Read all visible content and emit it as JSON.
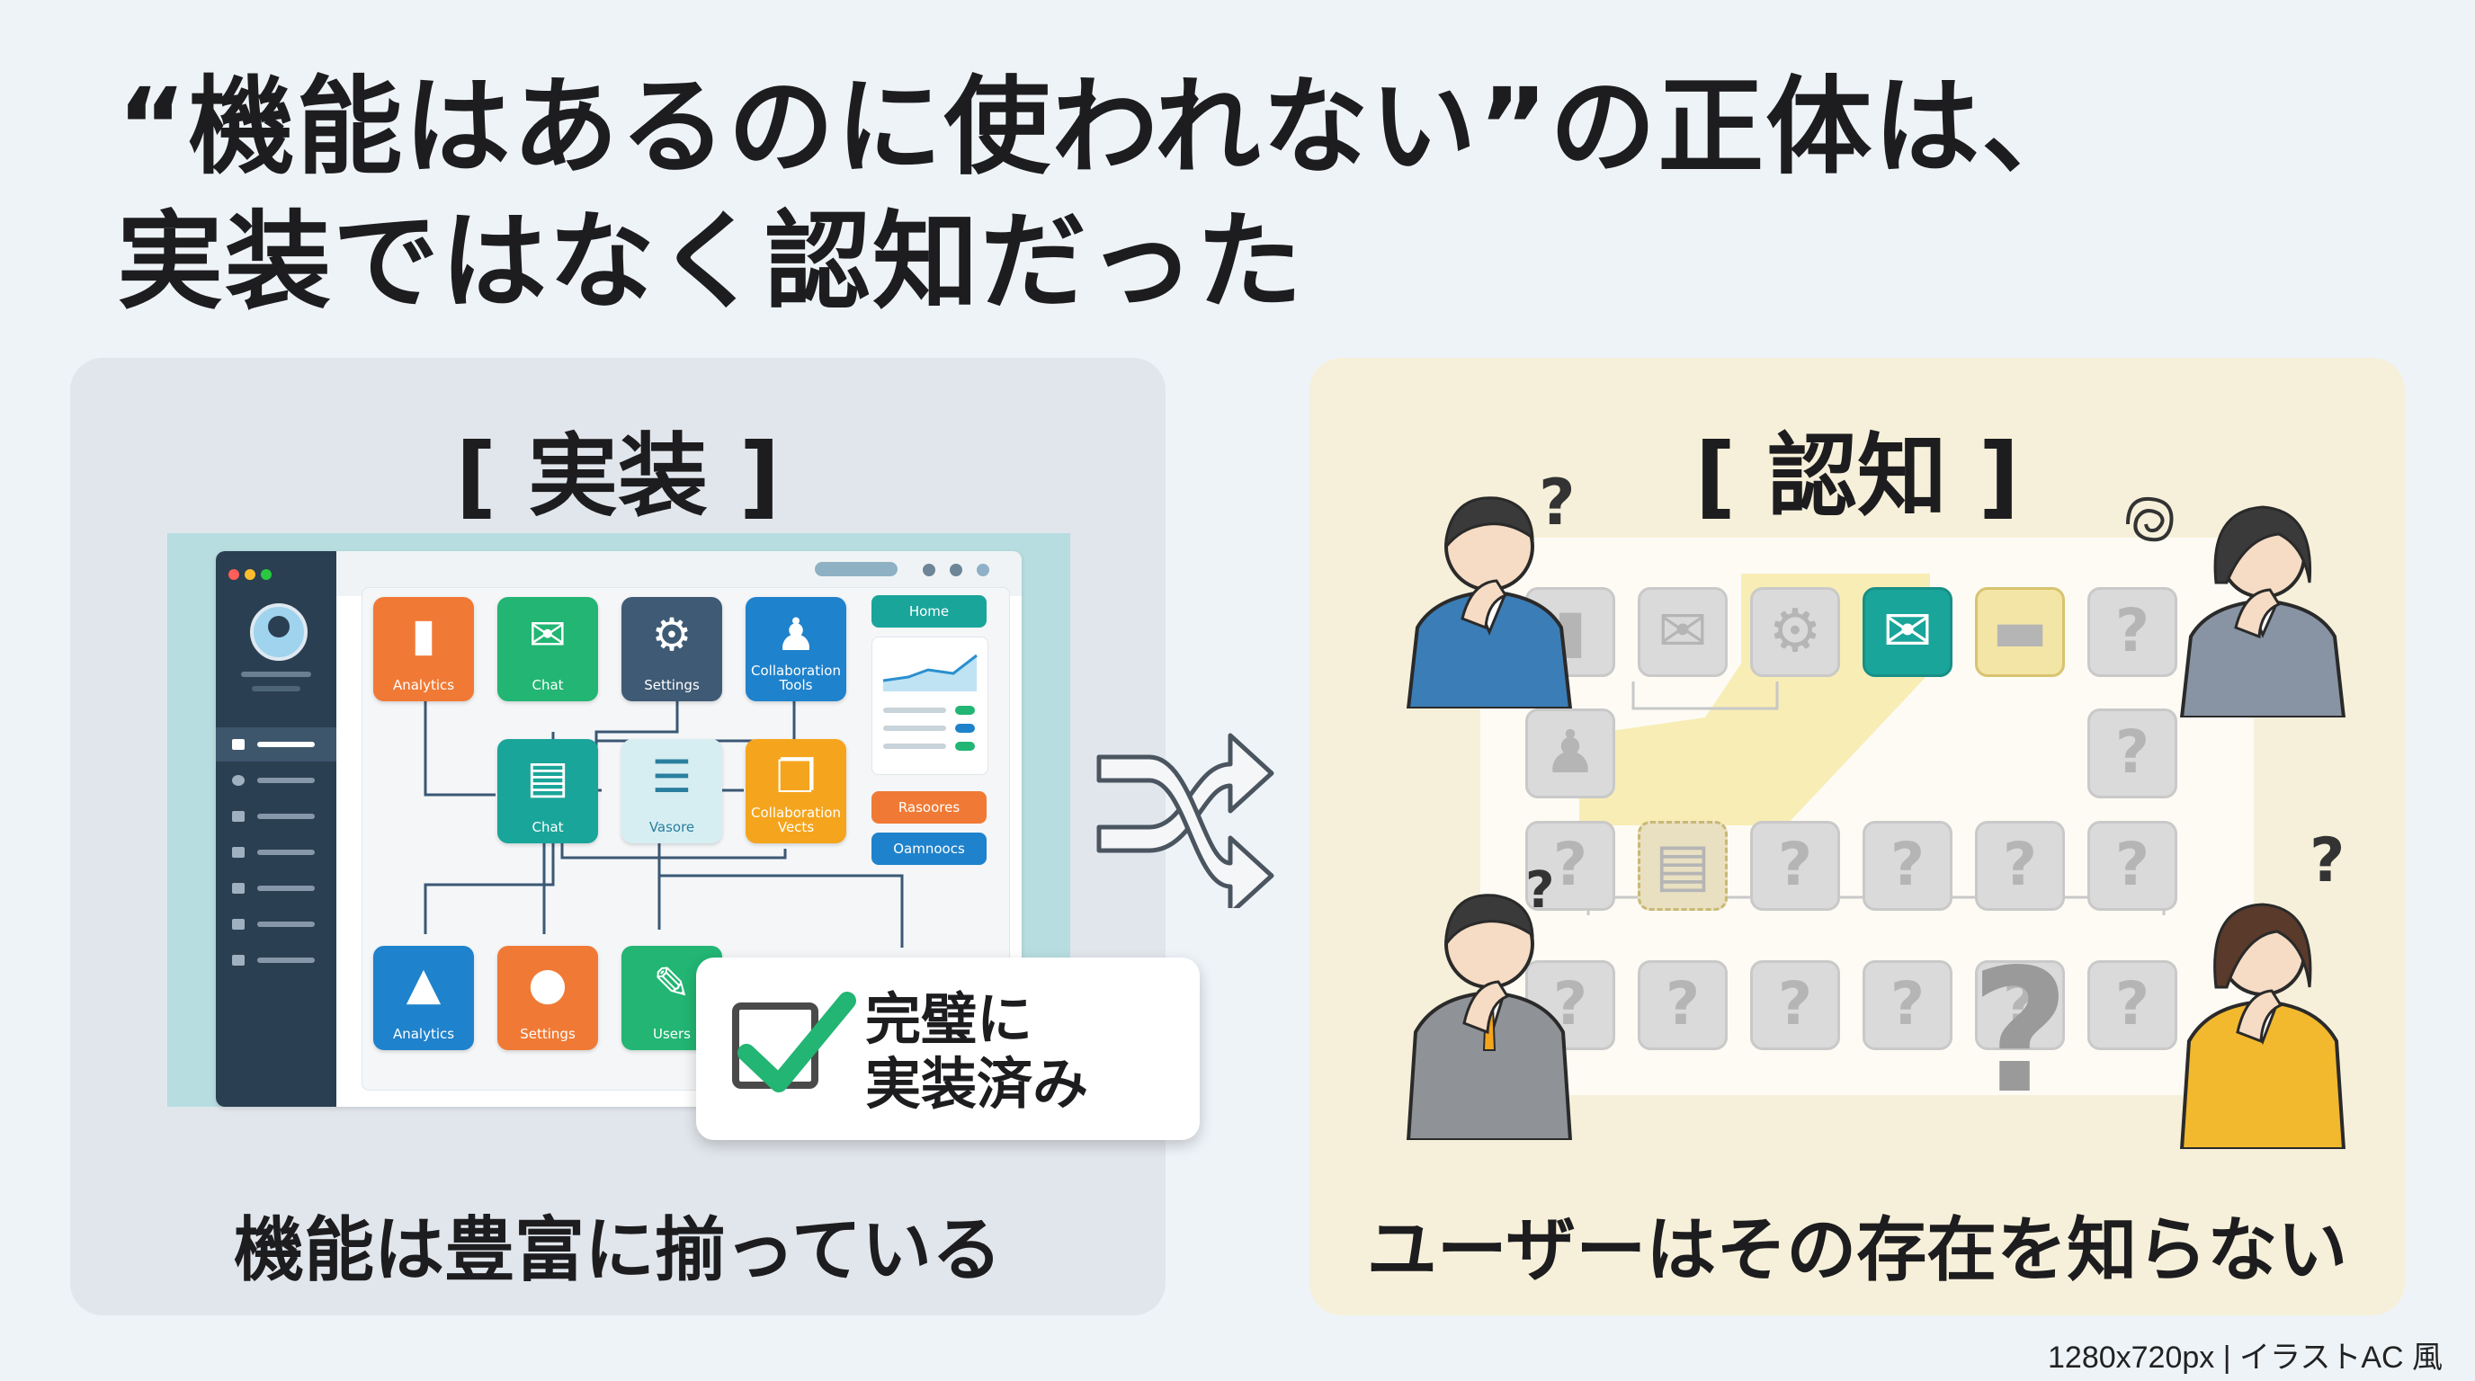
{
  "title": {
    "line1": "“機能はあるのに使われない”の正体は、",
    "line2": "実装ではなく認知だった"
  },
  "left": {
    "heading": "[ 実装 ]",
    "caption": "機能は豊富に揃っている",
    "tiles_top": [
      "Analytics",
      "Chat",
      "Settings",
      "Collaboration Tools"
    ],
    "tiles_mid": [
      "Chat",
      "Vasore",
      "Collaboration Vects"
    ],
    "tiles_bottom": [
      "Analytics",
      "Settings",
      "Users"
    ],
    "right_buttons": [
      "Home",
      "Rasoores",
      "Oamnoocs"
    ],
    "badge": {
      "line1": "完璧に",
      "line2": "実装済み"
    },
    "colors": {
      "orange": "#f07a35",
      "green": "#22b573",
      "navy": "#3f5a74",
      "blue": "#1f82cc",
      "teal": "#1aa59a"
    }
  },
  "right": {
    "heading": "[ 認知 ]",
    "caption": "ユーザーはその存在を知らない",
    "unknown_mark": "?"
  },
  "footer": "1280x720px | イラストAC 風"
}
